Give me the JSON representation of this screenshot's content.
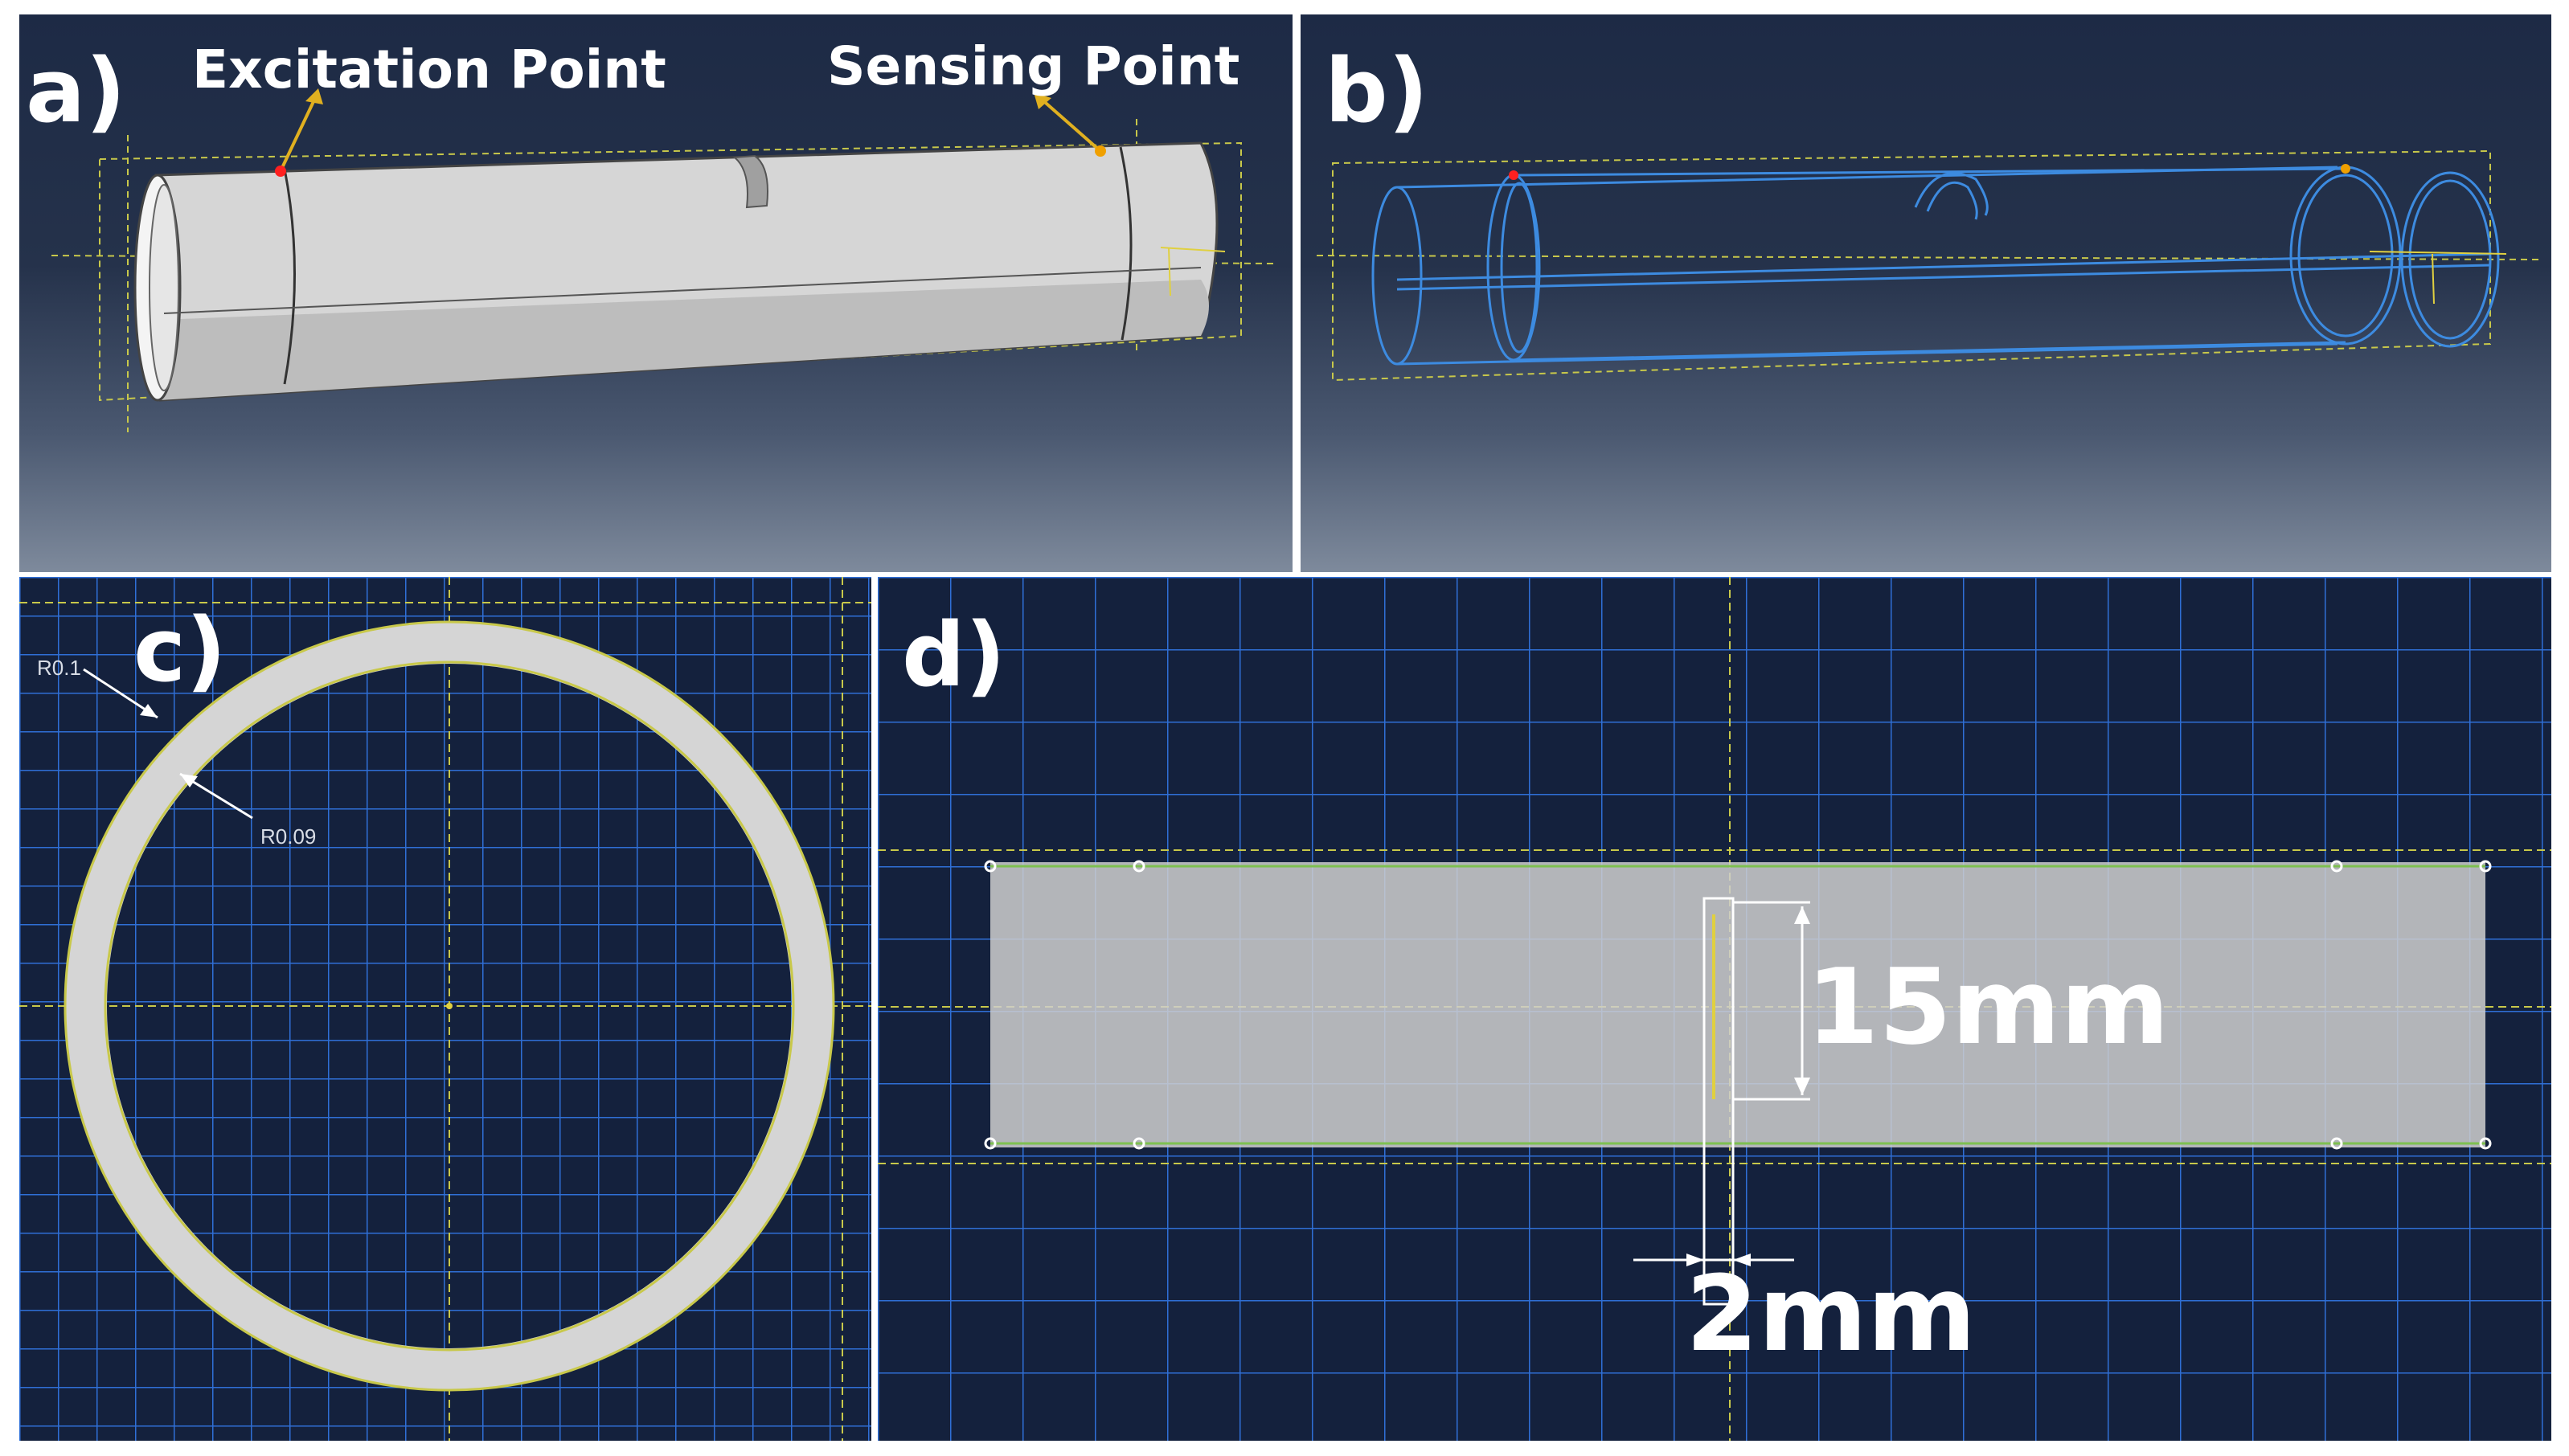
{
  "panels": {
    "a": {
      "label": "a)",
      "excitation_label": "Excitation Point",
      "sensing_label": "Sensing Point"
    },
    "b": {
      "label": "b)"
    },
    "c": {
      "label": "c)",
      "outer_radius_label": "R0.1",
      "inner_radius_label": "R0.09"
    },
    "d": {
      "label": "d)",
      "slot_length_label": "15mm",
      "slot_width_label": "2mm"
    }
  },
  "colors": {
    "viewport_dark": "#1d2a45",
    "grid_bg": "#14213d",
    "grid_line": "#2f6fd6",
    "pipe_fill": "#d9d9d9",
    "wireframe": "#3d8be0",
    "excitation_marker": "#ff2020",
    "sensing_marker": "#f0a000",
    "construction_line": "#d8d84a"
  }
}
